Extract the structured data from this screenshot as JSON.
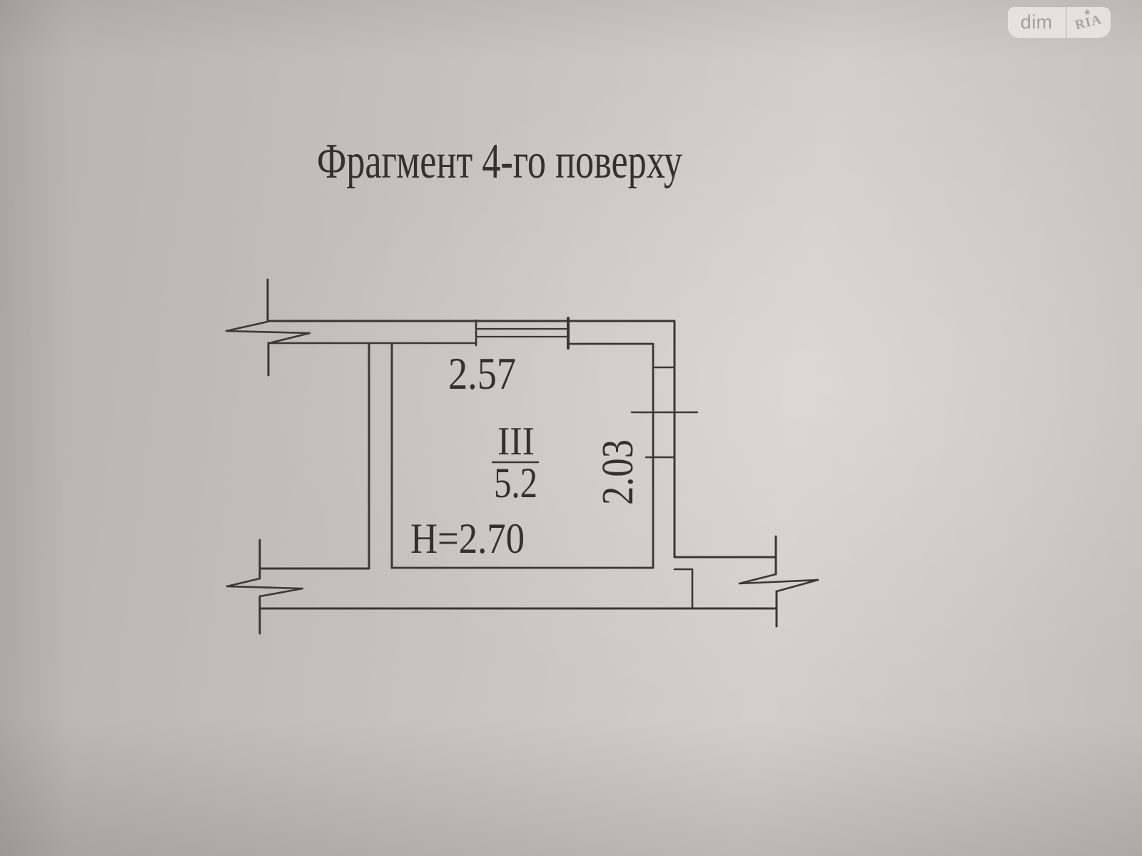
{
  "title": "Фрагмент 4-го поверху",
  "watermark": {
    "site_label": "dim",
    "brand_label": "RIA",
    "star_icon": "★"
  },
  "plan": {
    "room": {
      "number": "III",
      "area": "5.2",
      "ceiling_height": "Н=2.70"
    },
    "dimensions": {
      "top_width": "2.57",
      "right_height": "2.03"
    }
  },
  "colors": {
    "paper": "#c5c1bb",
    "ink": "#3b3832",
    "text": "#353129",
    "watermark_bg": "#e9e7e3",
    "watermark_text": "#a3a09c"
  }
}
